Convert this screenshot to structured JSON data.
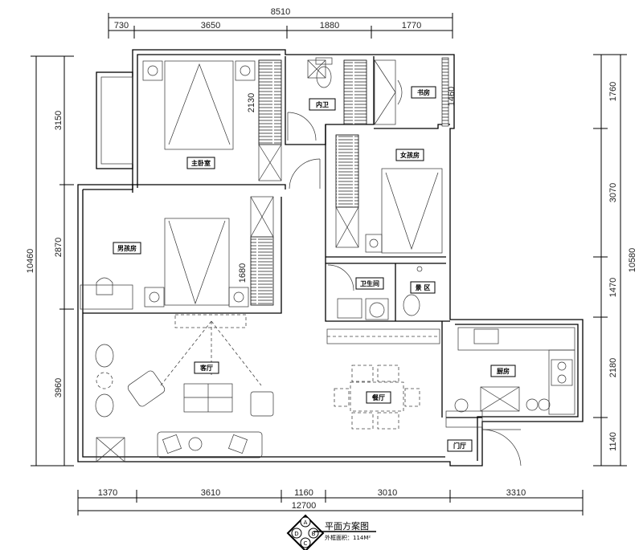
{
  "dimensions": {
    "top_total": "8510",
    "top": [
      "730",
      "3650",
      "1880",
      "1770"
    ],
    "left_total": "10460",
    "left": [
      "3150",
      "2870",
      "3960"
    ],
    "right_total": "10580",
    "right": [
      "1760",
      "3070",
      "1470",
      "2180",
      "1140"
    ],
    "bottom_total": "12700",
    "bottom": [
      "1370",
      "3610",
      "1160",
      "3010",
      "3310"
    ],
    "inner": [
      "2130",
      "1460",
      "1680"
    ]
  },
  "rooms": {
    "master_bedroom": "主卧室",
    "ensuite_bath": "内卫",
    "study": "书房",
    "girl_room": "女孩房",
    "boy_room": "男孩房",
    "bathroom": "卫生间",
    "laundry": "景 区",
    "living_room": "客厅",
    "dining_room": "餐厅",
    "kitchen": "厨房",
    "foyer": "门厅"
  },
  "legend": {
    "title": "平面方案图",
    "area": "外框面积：114M²",
    "compass": [
      "A",
      "B",
      "C",
      "D"
    ]
  }
}
